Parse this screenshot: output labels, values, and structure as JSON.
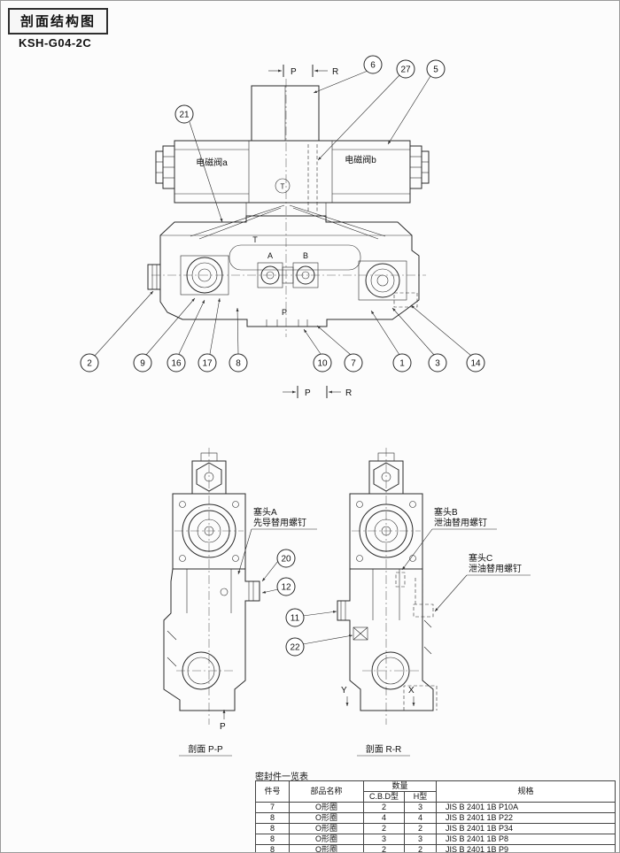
{
  "page": {
    "title": "剖面结构图",
    "model": "KSH-G04-2C"
  },
  "main_view": {
    "solenoid_a_label": "电磁阀a",
    "solenoid_b_label": "电磁阀b",
    "symbol_t": "T",
    "port_t": "T",
    "port_a": "A",
    "port_b": "B",
    "port_p": "P",
    "arrow_p_label": "P",
    "arrow_r_label": "R",
    "callouts": [
      "6",
      "27",
      "5",
      "21",
      "2",
      "9",
      "16",
      "17",
      "8",
      "10",
      "7",
      "1",
      "3",
      "14"
    ]
  },
  "section_pp": {
    "title": "剖面  P-P",
    "plug_label_line1": "塞头A",
    "plug_label_line2": "先导替用螺钉",
    "callouts": [
      "20",
      "12"
    ],
    "port_p": "P"
  },
  "section_rr": {
    "title": "剖面  R-R",
    "plug_b_line1": "塞头B",
    "plug_b_line2": "泄油替用螺钉",
    "plug_c_line1": "塞头C",
    "plug_c_line2": "泄油替用螺钉",
    "callouts": [
      "11",
      "22"
    ],
    "axis_y": "Y",
    "axis_x": "X"
  },
  "seal_table": {
    "title": "密封件一览表",
    "headers": {
      "no": "件号",
      "name": "部品名称",
      "qty": "数量",
      "qty_cbd": "C.B.D型",
      "qty_h": "H型",
      "spec": "规格"
    },
    "rows": [
      {
        "no": "7",
        "name": "O形圈",
        "cbd": "2",
        "h": "3",
        "spec": "JIS B 2401 1B P10A"
      },
      {
        "no": "8",
        "name": "O形圈",
        "cbd": "4",
        "h": "4",
        "spec": "JIS B 2401 1B P22"
      },
      {
        "no": "8",
        "name": "O形圈",
        "cbd": "2",
        "h": "2",
        "spec": "JIS B 2401 1B P34"
      },
      {
        "no": "8",
        "name": "O形圈",
        "cbd": "3",
        "h": "3",
        "spec": "JIS B 2401 1B P8"
      },
      {
        "no": "8",
        "name": "O形圈",
        "cbd": "2",
        "h": "2",
        "spec": "JIS B 2401 1B P9"
      }
    ]
  }
}
